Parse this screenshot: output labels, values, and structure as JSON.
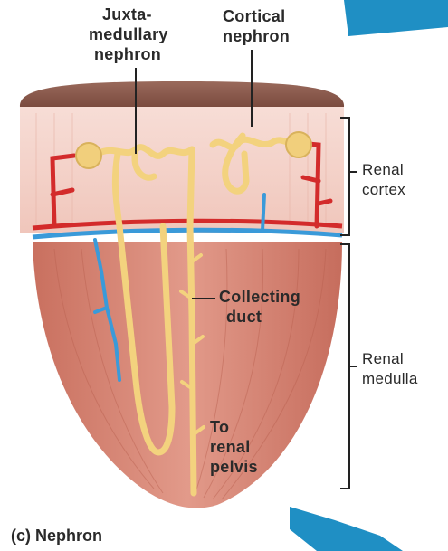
{
  "labels": {
    "juxta_line1": "Juxta-",
    "juxta_line2": "medullary",
    "juxta_line3": "nephron",
    "cortical_line1": "Cortical",
    "cortical_line2": "nephron",
    "renal_cortex_line1": "Renal",
    "renal_cortex_line2": "cortex",
    "collecting_line1": "Collecting",
    "collecting_line2": "duct",
    "renal_medulla_line1": "Renal",
    "renal_medulla_line2": "medulla",
    "to_renal_line1": "To",
    "to_renal_line2": "renal",
    "to_renal_line3": "pelvis"
  },
  "caption": "(c) Nephron",
  "colors": {
    "capsule": "#8c5a4c",
    "cortex": "#f2cfc6",
    "medulla": "#d9897b",
    "tubule": "#f3d27e",
    "artery": "#d32b2b",
    "vein": "#3a9ad9",
    "accent": "#1f8fc4"
  }
}
